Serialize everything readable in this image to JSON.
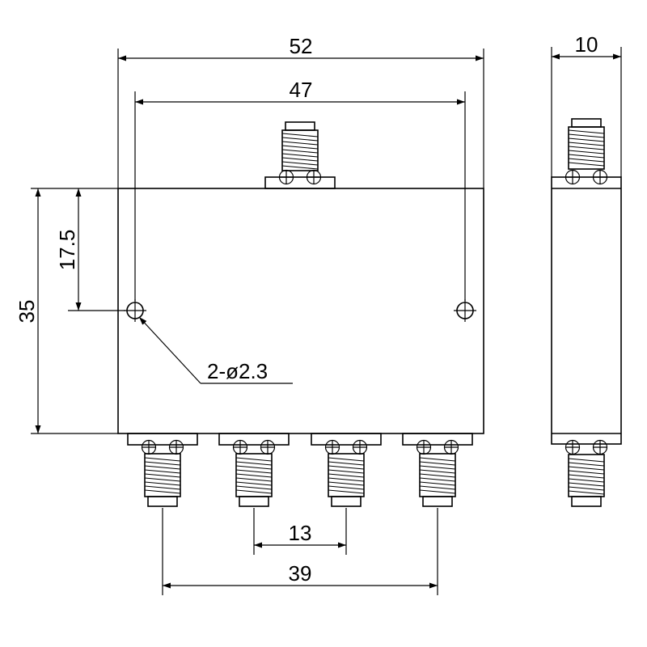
{
  "dimensions": {
    "overall_width": "52",
    "mount_hole_spacing": "47",
    "overall_height": "35",
    "hole_height": "17.5",
    "hole_callout": "2-ø2.3",
    "port_pitch": "13",
    "outer_port_span": "39",
    "thickness": "10"
  }
}
